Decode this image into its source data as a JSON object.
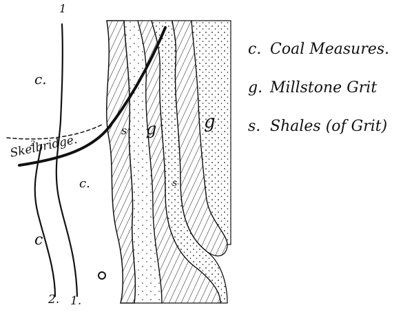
{
  "legend": {
    "items": [
      {
        "key": "c.",
        "text": "Coal Measures."
      },
      {
        "key": "g.",
        "text": "Millstone Grit"
      },
      {
        "key": "s.",
        "text": "Shales (of Grit)"
      }
    ]
  },
  "map_labels": {
    "coal_label_upper": "c.",
    "coal_label_mid": "c.",
    "coal_label_lower": "c",
    "grit_label_inner": "g",
    "grit_label_outer": "g",
    "shale_label": "s",
    "shale_label_2": "s",
    "seam_1_top": "1",
    "seam_1_bottom": "1.",
    "seam_2_bottom": "2.",
    "seam_2_fault": "2",
    "fault_label": "Skelbridge.",
    "small_o": "o"
  },
  "colors": {
    "ink": "#111111",
    "paper": "#ffffff"
  }
}
